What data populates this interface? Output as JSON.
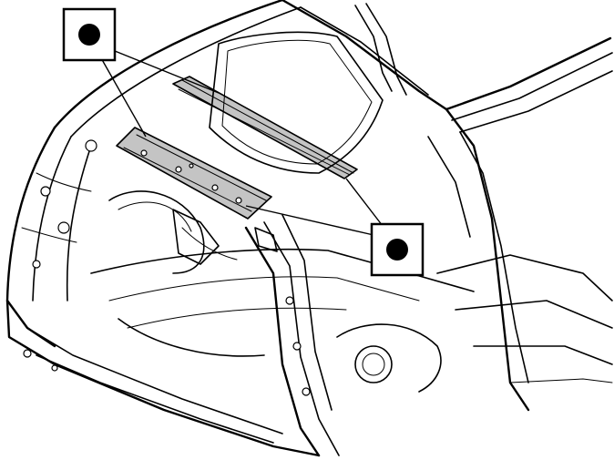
{
  "diagram": {
    "callouts": [
      {
        "id": "callout-1",
        "symbol": "filled-circle"
      },
      {
        "id": "callout-2",
        "symbol": "filled-circle"
      }
    ],
    "colors": {
      "line": "#000000",
      "highlight": "#c4c4c4",
      "background": "#ffffff"
    }
  }
}
